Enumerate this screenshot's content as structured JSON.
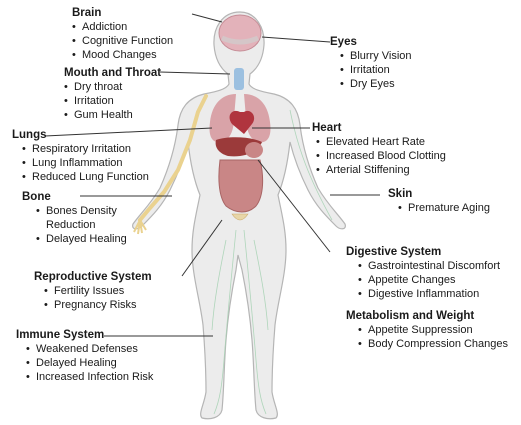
{
  "groups": [
    {
      "id": "brain",
      "title": "Brain",
      "items": [
        "Addiction",
        "Cognitive Function",
        "Mood Changes"
      ]
    },
    {
      "id": "mouth-throat",
      "title": "Mouth and Throat",
      "items": [
        "Dry throat",
        "Irritation",
        "Gum Health"
      ]
    },
    {
      "id": "lungs",
      "title": "Lungs",
      "items": [
        "Respiratory Irritation",
        "Lung Inflammation",
        "Reduced Lung Function"
      ]
    },
    {
      "id": "bone",
      "title": "Bone",
      "items": [
        "Bones Density",
        "Reduction",
        "Delayed Healing"
      ]
    },
    {
      "id": "reproductive",
      "title": "Reproductive System",
      "items": [
        "Fertility Issues",
        "Pregnancy Risks"
      ]
    },
    {
      "id": "immune",
      "title": "Immune System",
      "items": [
        "Weakened Defenses",
        "Delayed Healing",
        "Increased Infection Risk"
      ]
    },
    {
      "id": "eyes",
      "title": "Eyes",
      "items": [
        "Blurry Vision",
        "Irritation",
        "Dry Eyes"
      ]
    },
    {
      "id": "heart",
      "title": "Heart",
      "items": [
        "Elevated Heart Rate",
        "Increased Blood Clotting",
        "Arterial Stiffening"
      ]
    },
    {
      "id": "skin",
      "title": "Skin",
      "items": [
        "Premature Aging"
      ]
    },
    {
      "id": "digestive",
      "title": "Digestive System",
      "items": [
        "Gastrointestinal Discomfort",
        "Appetite Changes",
        "Digestive Inflammation"
      ]
    },
    {
      "id": "metabolism",
      "title": "Metabolism and Weight",
      "items": [
        "Appetite Suppression",
        "Body Compression Changes"
      ]
    }
  ],
  "colors": {
    "body_fill": "#ececec",
    "body_stroke": "#b5b5b5",
    "brain": "#e3b2ba",
    "lungs": "#d9a3a8",
    "heart": "#b0343e",
    "liver": "#9b3a3a",
    "intestine": "#c98686",
    "bone": "#ead28f",
    "throat": "#9cc0e0",
    "vessels": "#a9d3b5"
  }
}
